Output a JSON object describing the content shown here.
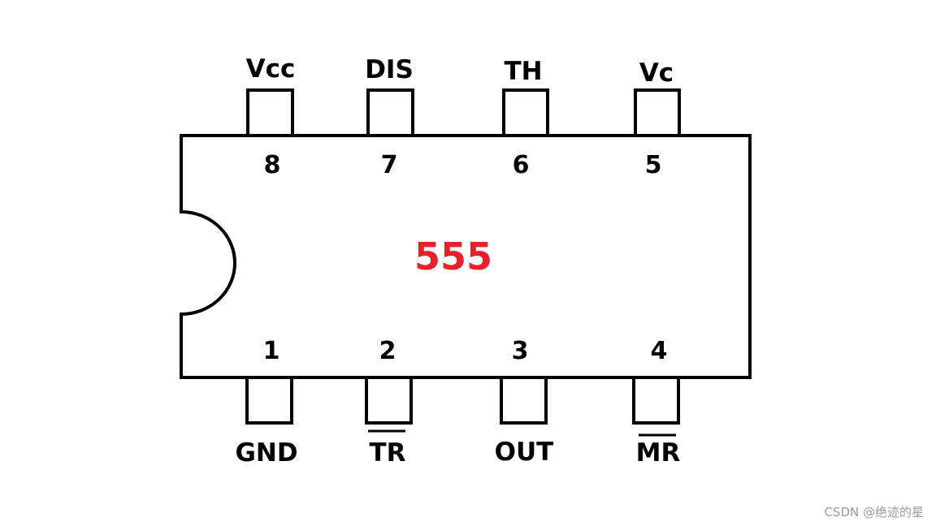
{
  "colors": {
    "stroke": "#000000",
    "title": "#e8202a",
    "watermark": "#9a9a9a"
  },
  "chip": {
    "title": "555"
  },
  "pins_top": [
    {
      "number": "8",
      "label": "Vcc",
      "overline": false
    },
    {
      "number": "7",
      "label": "DIS",
      "overline": false
    },
    {
      "number": "6",
      "label": "TH",
      "overline": false
    },
    {
      "number": "5",
      "label": "Vc",
      "overline": false
    }
  ],
  "pins_bottom": [
    {
      "number": "1",
      "label": "GND",
      "overline": false
    },
    {
      "number": "2",
      "label": "TR",
      "overline": true
    },
    {
      "number": "3",
      "label": "OUT",
      "overline": false
    },
    {
      "number": "4",
      "label": "MR",
      "overline": true
    }
  ],
  "watermark": "CSDN @绝迹的星"
}
